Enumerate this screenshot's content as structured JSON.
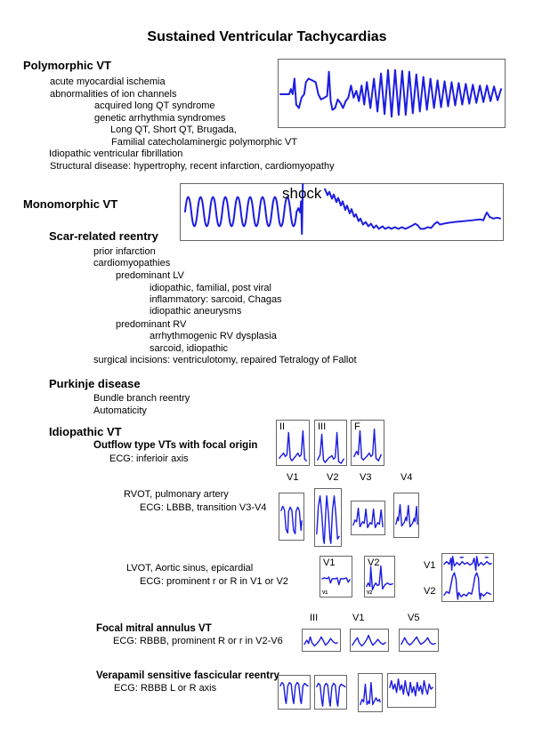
{
  "title": "Sustained Ventricular Tachycardias",
  "colors": {
    "trace": "#1c1ce0",
    "box_border": "#666666"
  },
  "polymorphic": {
    "heading": "Polymorphic VT",
    "items": [
      "acute myocardial ischemia",
      "abnormalities of ion channels",
      "acquired long QT syndrome",
      "genetic arrhythmia syndromes",
      "Long QT, Short QT, Brugada,",
      "Familial catecholaminergic polymorphic VT",
      "Idiopathic ventricular fibrillation",
      "Structural disease: hypertrophy, recent infarction, cardiomyopathy"
    ]
  },
  "monomorphic": {
    "heading": "Monomorphic VT",
    "shock_label": "shock"
  },
  "scar": {
    "heading": "Scar-related reentry",
    "items": [
      "prior infarction",
      "cardiomyopathies",
      "predominant LV",
      "idiopathic, familial, post viral",
      "inflammatory: sarcoid, Chagas",
      "idiopathic aneurysms",
      "predominant RV",
      "arrhythmogenic RV dysplasia",
      "sarcoid, idiopathic",
      "surgical incisions: ventriculotomy, repaired Tetralogy of Fallot"
    ]
  },
  "purkinje": {
    "heading": "Purkinje disease",
    "items": [
      "Bundle branch reentry",
      "Automaticity"
    ]
  },
  "idiopathic": {
    "heading": "Idiopathic VT",
    "outflow": {
      "heading": "Outflow type VTs with focal origin",
      "ecg": "ECG: inferioir axis",
      "leads": [
        "II",
        "III",
        "F"
      ]
    },
    "rvot": {
      "line1": "RVOT, pulmonary artery",
      "line2": "ECG: LBBB, transition V3-V4",
      "leads": [
        "V1",
        "V2",
        "V3",
        "V4"
      ]
    },
    "lvot": {
      "line1": "LVOT, Aortic sinus, epicardial",
      "line2": "ECG: prominent r or R in V1 or V2",
      "leads": [
        "V1",
        "V2"
      ],
      "sub_labels": [
        "V1",
        "V2"
      ],
      "pair_leads": [
        "V1",
        "V2"
      ]
    },
    "mitral": {
      "heading": "Focal mitral annulus VT",
      "ecg": "ECG: RBBB, prominent R or r in V2-V6",
      "leads": [
        "III",
        "V1",
        "V5"
      ]
    },
    "verapamil": {
      "heading": "Verapamil sensitive fascicular reentry",
      "ecg": "ECG: RBBB L or R axis"
    }
  }
}
